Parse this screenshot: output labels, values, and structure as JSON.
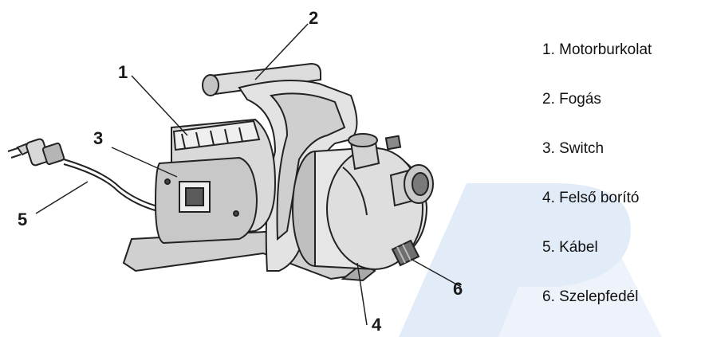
{
  "diagram": {
    "callouts": [
      "1",
      "2",
      "3",
      "4",
      "5",
      "6"
    ],
    "legend": [
      "1. Motorburkolat",
      "2. Fogás",
      "3. Switch",
      "4. Felső borító",
      "5. Kábel",
      "6. Szelepfedél"
    ]
  },
  "colors": {
    "line": "#222222",
    "body_fill": "#e6e6e6",
    "shade": "#bdbdbd",
    "dark": "#4a4a4a",
    "watermark": "#c9dcf4"
  }
}
